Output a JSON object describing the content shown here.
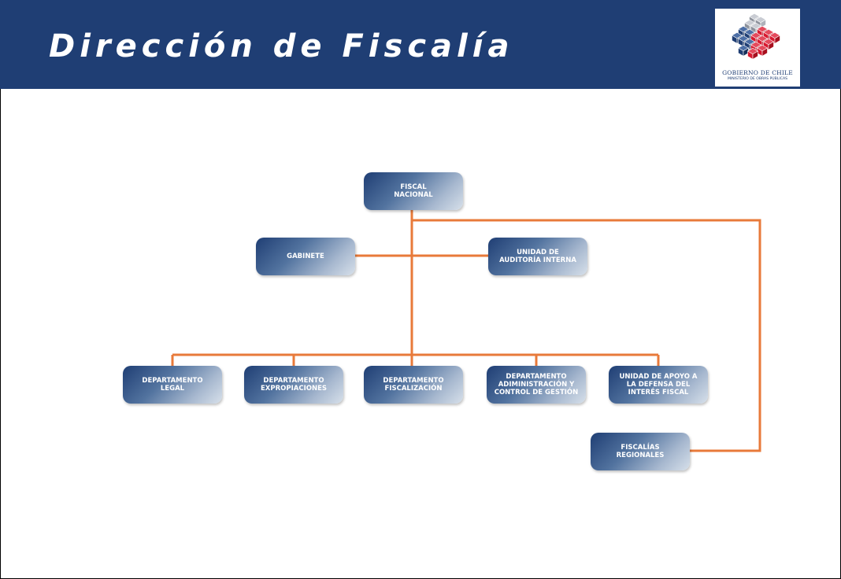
{
  "header": {
    "title": "Dirección de Fiscalía",
    "logo": {
      "line1": "GOBIERNO DE CHILE",
      "line2": "MINISTERIO DE OBRAS PÚBLICAS"
    }
  },
  "colors": {
    "header_bg": "#1f3e74",
    "connector": "#e87a3a",
    "box_gradient": [
      "#1f3e74",
      "#52739f",
      "#d7e0ea"
    ],
    "logo_blue": "#1f3e74",
    "logo_red": "#d7192f",
    "logo_gray": "#c9ccd3"
  },
  "org_chart": {
    "top": {
      "label": "FISCAL\nNACIONAL"
    },
    "staff": [
      {
        "label": "GABINETE"
      },
      {
        "label": "UNIDAD DE\nAUDITORÍA INTERNA"
      }
    ],
    "departments": [
      {
        "label": "DEPARTAMENTO\nLEGAL"
      },
      {
        "label": "DEPARTAMENTO\nEXPROPIACIONES"
      },
      {
        "label": "DEPARTAMENTO\nFISCALIZACIÓN"
      },
      {
        "label": "DEPARTAMENTO\nADIMINISTRACIÓN Y\nCONTROL DE GESTIÓN"
      },
      {
        "label": "UNIDAD DE APOYO A\nLA DEFENSA DEL\nINTERÉS FISCAL"
      }
    ],
    "regional": {
      "label": "FISCALÍAS\nREGIONALES"
    }
  }
}
